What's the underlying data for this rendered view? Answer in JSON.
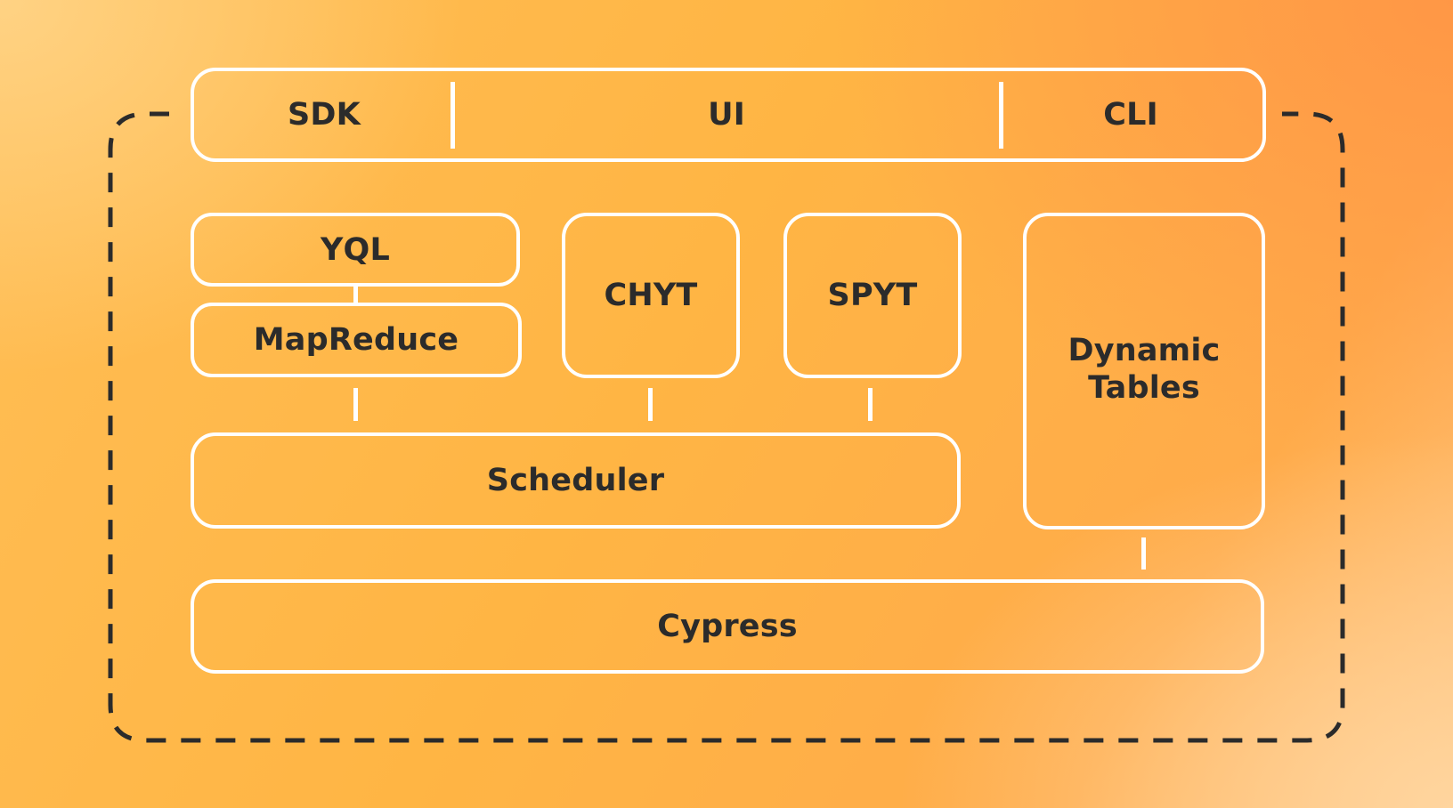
{
  "interfaces": {
    "sdk": "SDK",
    "ui": "UI",
    "cli": "CLI"
  },
  "components": {
    "yql": "YQL",
    "mapreduce": "MapReduce",
    "chyt": "CHYT",
    "spyt": "SPYT",
    "dynamic_tables_line1": "Dynamic",
    "dynamic_tables_line2": "Tables",
    "scheduler": "Scheduler",
    "cypress": "Cypress"
  },
  "colors": {
    "stroke": "#ffffff",
    "text": "#2b2b2b",
    "boundary": "#2b2b2b",
    "background": "#ffb443"
  }
}
